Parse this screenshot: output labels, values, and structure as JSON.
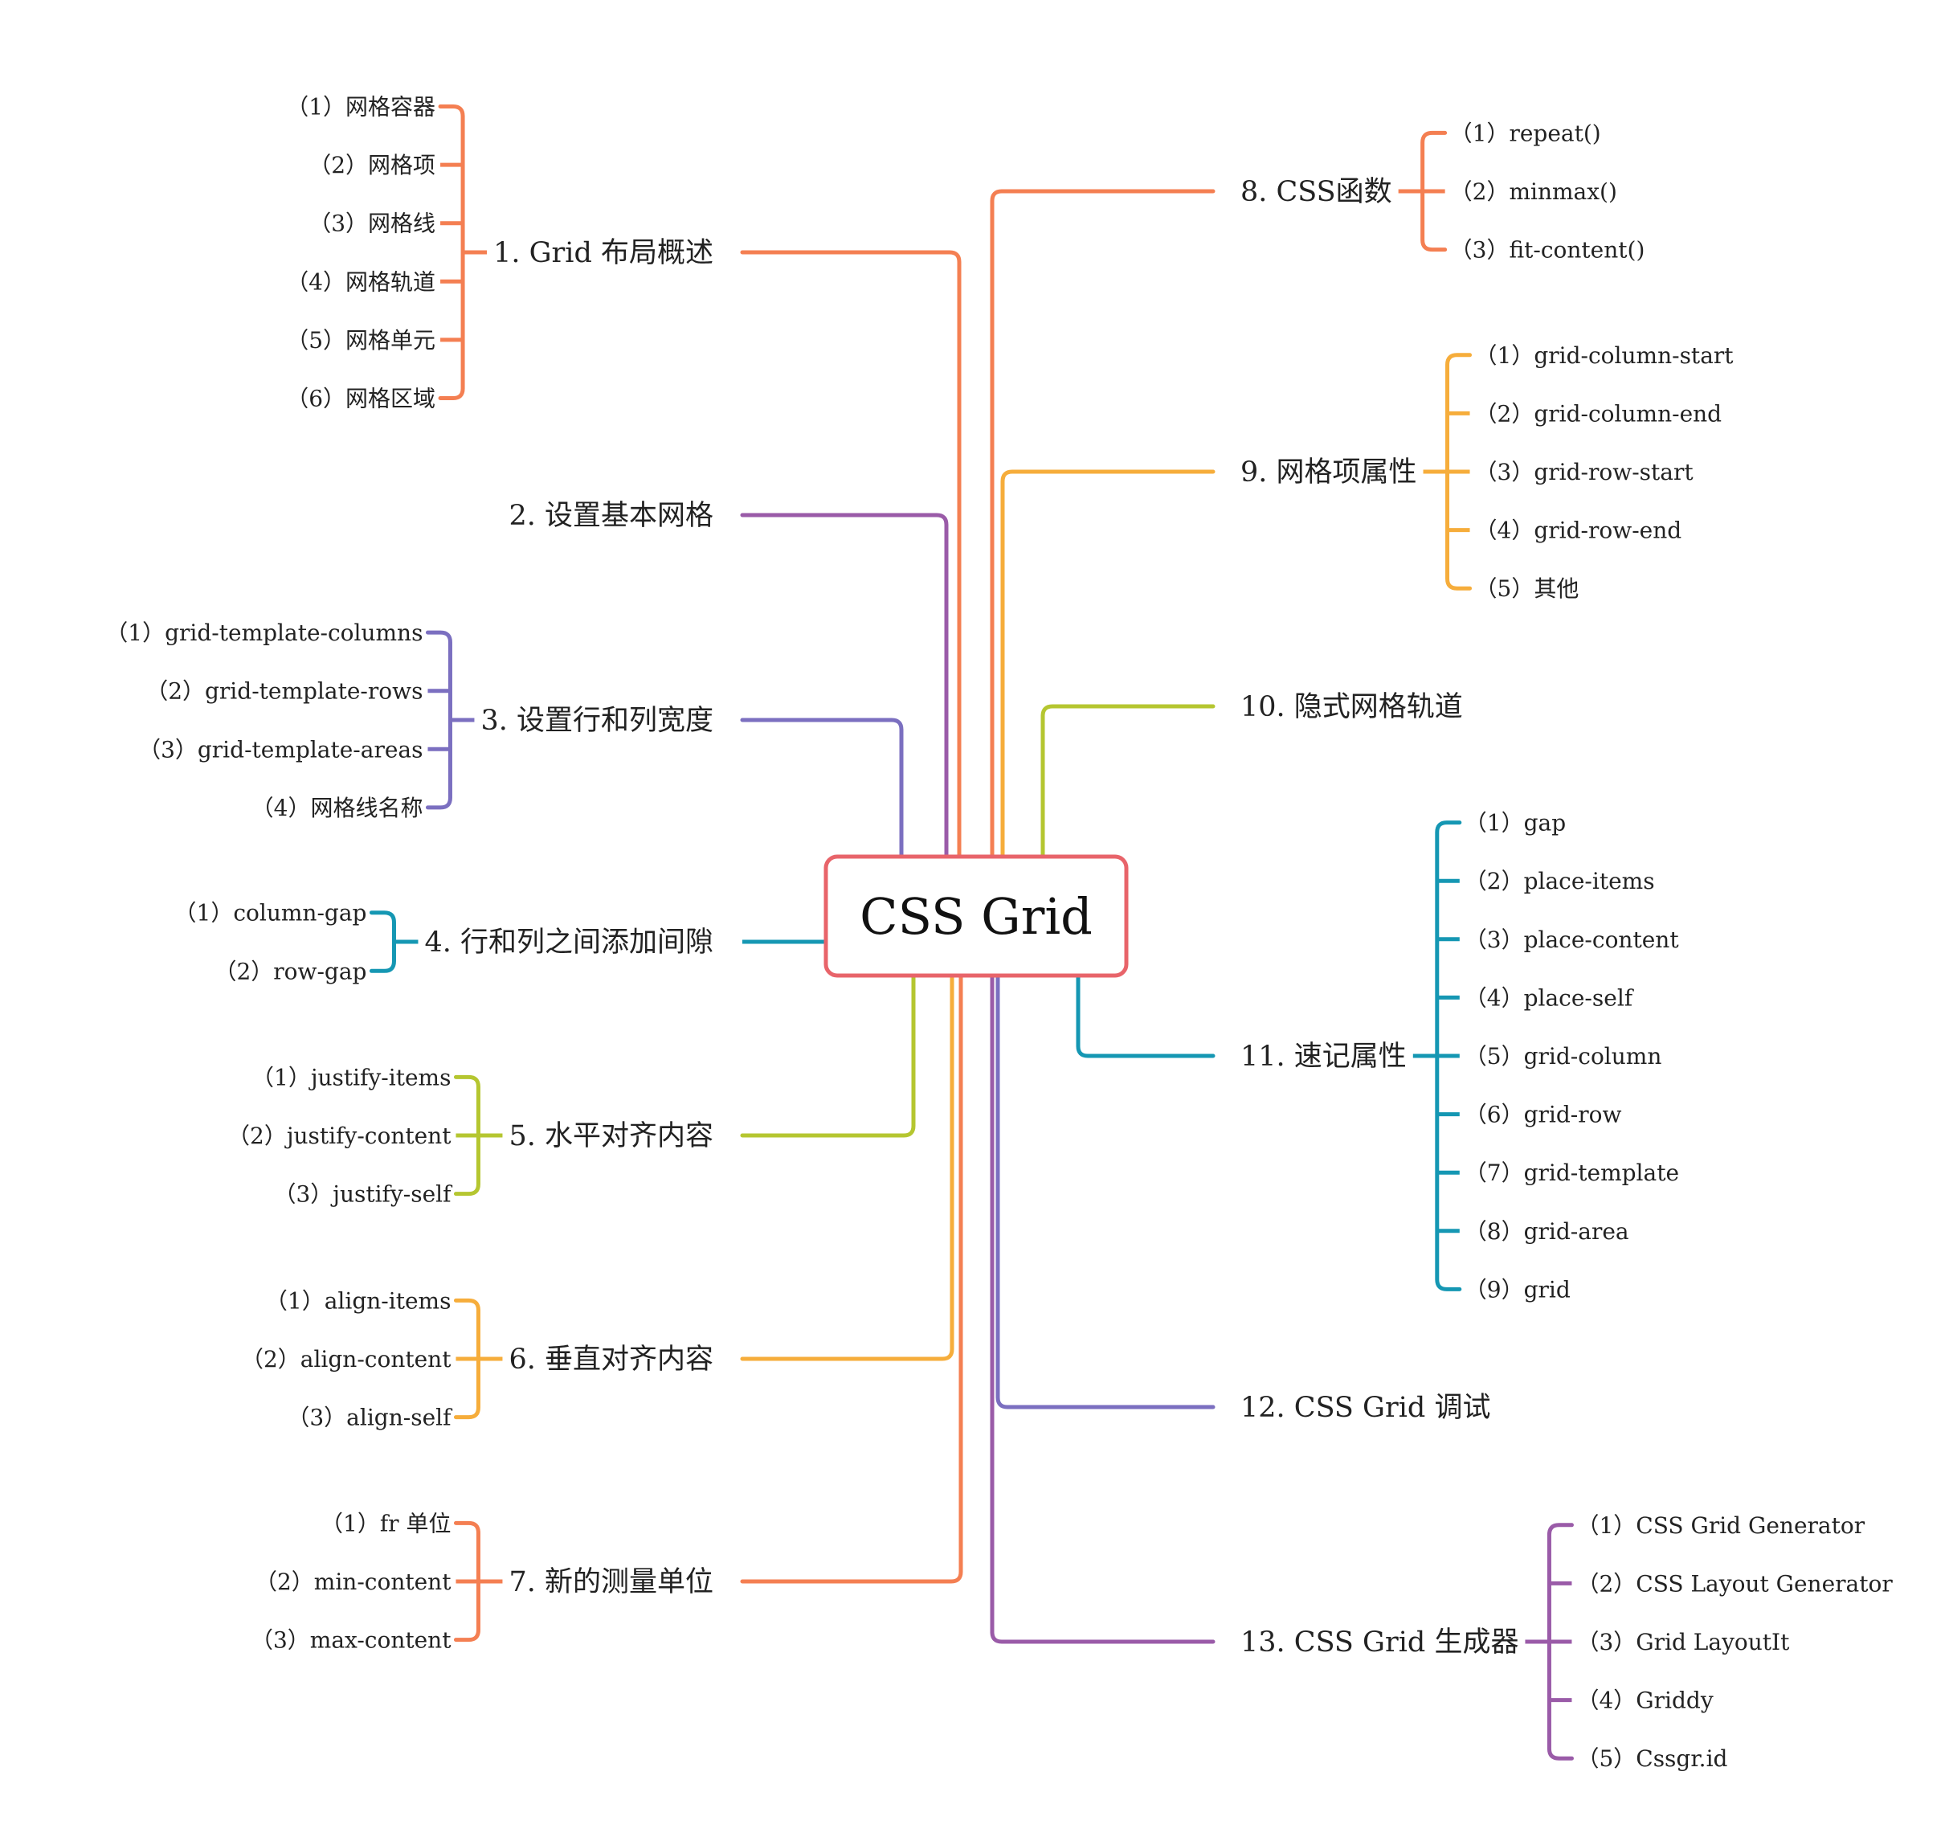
{
  "center": {
    "label": "CSS Grid",
    "border_color": "#e8646a"
  },
  "branches": [
    {
      "label": "1. Grid 布局概述",
      "color": "#f47f52",
      "children": [
        "（1）网格容器",
        "（2）网格项",
        "（3）网格线",
        "（4）网格轨道",
        "（5）网格单元",
        "（6）网格区域"
      ]
    },
    {
      "label": "2. 设置基本网格",
      "color": "#9a5ba8",
      "children": []
    },
    {
      "label": "3. 设置行和列宽度",
      "color": "#7b6fc0",
      "children": [
        "（1）grid-template-columns",
        "（2）grid-template-rows",
        "（3）grid-template-areas",
        "（4）网格线名称"
      ]
    },
    {
      "label": "4. 行和列之间添加间隙",
      "color": "#1597b3",
      "children": [
        "（1）column-gap",
        "（2）row-gap"
      ]
    },
    {
      "label": "5. 水平对齐内容",
      "color": "#b5c630",
      "children": [
        "（1）justify-items",
        "（2）justify-content",
        "（3）justify-self"
      ]
    },
    {
      "label": "6. 垂直对齐内容",
      "color": "#f6ad3b",
      "children": [
        "（1）align-items",
        "（2）align-content",
        "（3）align-self"
      ]
    },
    {
      "label": "7. 新的测量单位",
      "color": "#f47f52",
      "children": [
        "（1）fr 单位",
        "（2）min-content",
        "（3）max-content"
      ]
    },
    {
      "label": "8. CSS函数",
      "color": "#f47f52",
      "children": [
        "（1）repeat()",
        "（2）minmax()",
        "（3）fit-content()"
      ]
    },
    {
      "label": "9. 网格项属性",
      "color": "#f6ad3b",
      "children": [
        "（1）grid-column-start",
        "（2）grid-column-end",
        "（3）grid-row-start",
        "（4）grid-row-end",
        "（5）其他"
      ]
    },
    {
      "label": "10. 隐式网格轨道",
      "color": "#b5c630",
      "children": []
    },
    {
      "label": "11. 速记属性",
      "color": "#1597b3",
      "children": [
        "（1）gap",
        "（2）place-items",
        "（3）place-content",
        "（4）place-self",
        "（5）grid-column",
        "（6）grid-row",
        "（7）grid-template",
        "（8）grid-area",
        "（9）grid"
      ]
    },
    {
      "label": "12. CSS Grid 调试",
      "color": "#7b6fc0",
      "children": []
    },
    {
      "label": "13. CSS Grid 生成器",
      "color": "#9a5ba8",
      "children": [
        "（1）CSS Grid Generator",
        "（2）CSS Layout Generator",
        "（3）Grid LayoutIt",
        "（4）Griddy",
        "（5）Cssgr.id"
      ]
    }
  ]
}
